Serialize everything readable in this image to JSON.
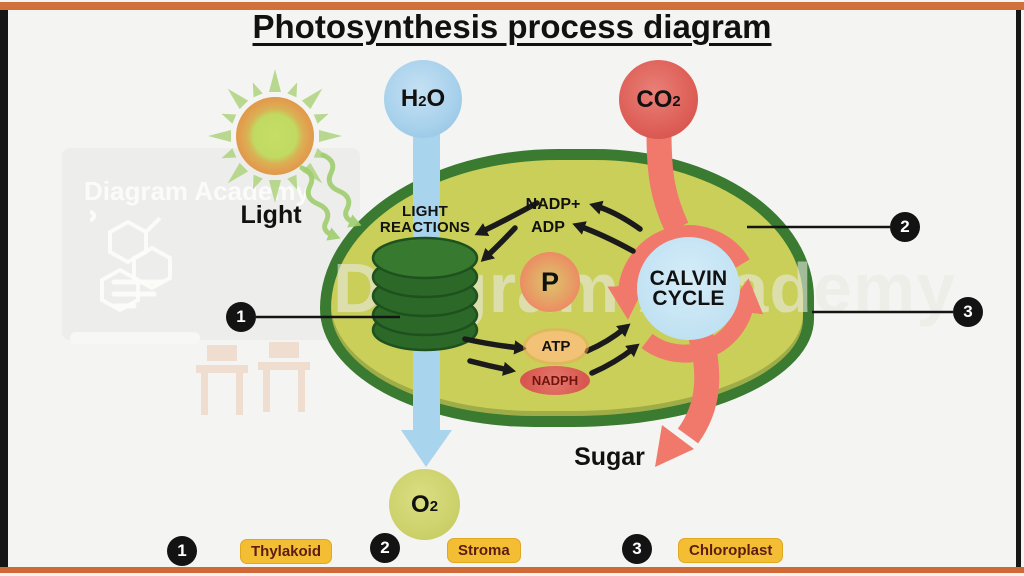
{
  "title": "Photosynthesis process diagram",
  "inputs": {
    "light_label": "Light",
    "h2o": {
      "base": "H",
      "sub": "2",
      "post": "O"
    },
    "co2": {
      "base": "CO",
      "sub": "2",
      "post": ""
    },
    "o2": {
      "base": "O",
      "sub": "2",
      "post": ""
    }
  },
  "chloroplast": {
    "light_reactions_line1": "LIGHT",
    "light_reactions_line2": "REACTIONS",
    "nadp": "NADP+",
    "adp": "ADP",
    "p": "P",
    "atp": "ATP",
    "nadph": "NADPH",
    "calvin_line1": "CALVIN",
    "calvin_line2": "CYCLE"
  },
  "outputs": {
    "sugar": "Sugar"
  },
  "pointers": [
    {
      "num": "1"
    },
    {
      "num": "2"
    },
    {
      "num": "3"
    }
  ],
  "legend": [
    {
      "num": "1",
      "label": "Thylakoid"
    },
    {
      "num": "2",
      "label": "Stroma"
    },
    {
      "num": "3",
      "label": "Chloroplast"
    }
  ],
  "watermark": {
    "brand": "Diagram Academy",
    "board_text": "Diagram Academy"
  },
  "colors": {
    "frame_accent": "#d2703b",
    "chloroplast_fill": "#c9cf59",
    "chloroplast_membrane": "#3a7a31",
    "thylakoid_green": "#2c6827",
    "calvin_fill": "#bfe1f2",
    "flow_red": "#f0796b",
    "flow_blue": "#a9d4ee",
    "badge_yellow": "#f3be33",
    "sun_ring": "#e2a04f"
  }
}
